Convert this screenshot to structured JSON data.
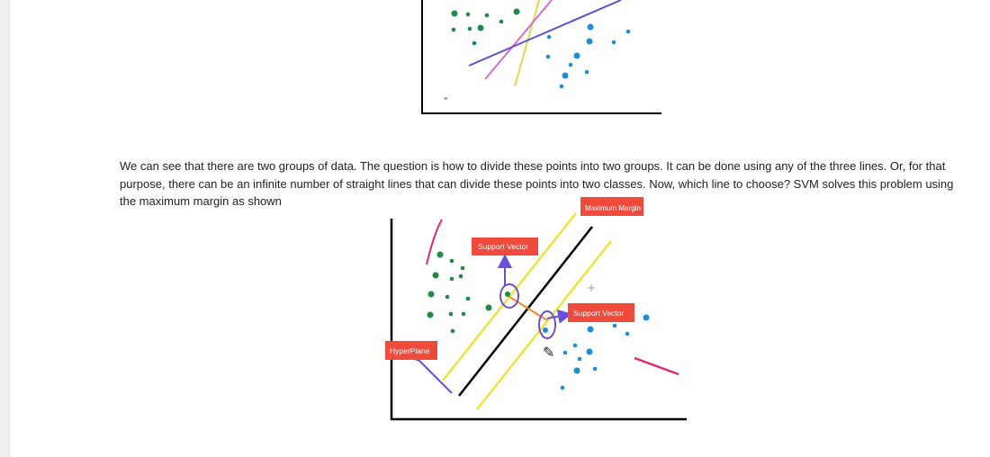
{
  "top_figure": {
    "green_points": [
      [
        505,
        15
      ],
      [
        520,
        16
      ],
      [
        541,
        17
      ],
      [
        574,
        13
      ],
      [
        504,
        33
      ],
      [
        522,
        32
      ],
      [
        534,
        31
      ],
      [
        557,
        24
      ],
      [
        527,
        48
      ]
    ],
    "blue_points": [
      [
        656,
        30
      ],
      [
        698,
        35
      ],
      [
        610,
        41
      ],
      [
        655,
        46
      ],
      [
        682,
        47
      ],
      [
        609,
        63
      ],
      [
        641,
        62
      ],
      [
        634,
        72
      ],
      [
        652,
        80
      ],
      [
        628,
        84
      ],
      [
        624,
        96
      ]
    ],
    "colors": {
      "axis": "#000000",
      "green": "#1e8a45",
      "blue": "#1a8fd8",
      "violet": "#5b4fd6",
      "pink": "#d86ad4",
      "yellow": "#e0d84a"
    }
  },
  "paragraph": {
    "text": "We can see that there are two groups of data. The question is how to divide these points into two groups. It can be done using any of the three lines. Or, for that purpose, there can be an infinite number of straight lines that can divide these points into two classes. Now, which line to choose? SVM solves this problem using the maximum margin as shown"
  },
  "svm_figure": {
    "labels": {
      "maximum_margin": "Maximum Margin",
      "support_vector_top": "Support Vector",
      "support_vector_right": "Support Vector",
      "hyperplane": "HyperPlane"
    },
    "green_points": [
      [
        489,
        283
      ],
      [
        502,
        290
      ],
      [
        514,
        298
      ],
      [
        484,
        306
      ],
      [
        502,
        310
      ],
      [
        512,
        307
      ],
      [
        479,
        327
      ],
      [
        497,
        330
      ],
      [
        520,
        332
      ],
      [
        478,
        350
      ],
      [
        501,
        349
      ],
      [
        515,
        349
      ],
      [
        543,
        342
      ],
      [
        503,
        368
      ]
    ],
    "blue_points": [
      [
        718,
        353
      ],
      [
        683,
        362
      ],
      [
        697,
        371
      ],
      [
        656,
        366
      ],
      [
        639,
        384
      ],
      [
        628,
        392
      ],
      [
        655,
        391
      ],
      [
        644,
        399
      ],
      [
        661,
        410
      ],
      [
        641,
        412
      ],
      [
        625,
        431
      ]
    ],
    "colors": {
      "label_bg": "#f04a3c",
      "label_text": "#ffffff",
      "axis": "#000000",
      "hyperplane": "#000000",
      "margin": "#f0e23a",
      "arrow": "#6b4fd8",
      "pink": "#e6246e",
      "orange": "#f08a2a",
      "green": "#1e8a45",
      "blue": "#1a8fd8"
    }
  }
}
